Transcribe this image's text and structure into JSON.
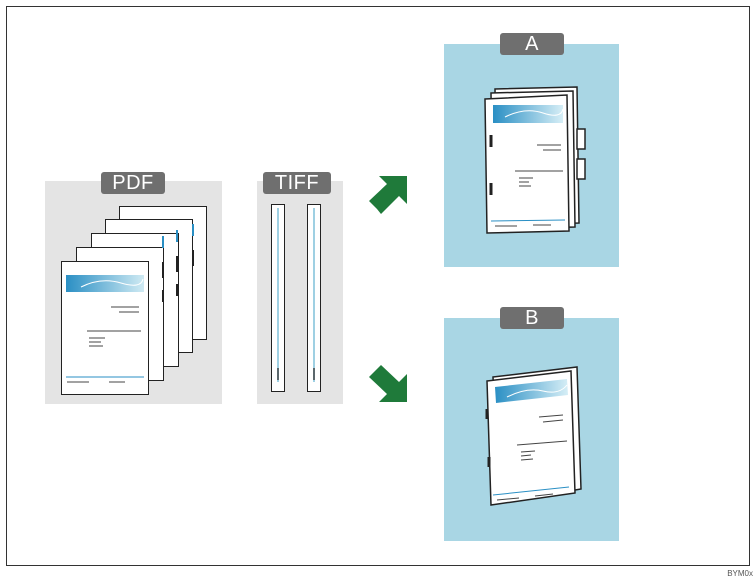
{
  "labels": {
    "pdf": "PDF",
    "tiff": "TIFF",
    "output_a": "A",
    "output_b": "B"
  },
  "credit": "BYM0x",
  "colors": {
    "gray_panel": "#e4e4e4",
    "blue_panel": "#a9d6e4",
    "label_bg": "#6f6f6f",
    "arrow": "#1f7a3a",
    "cover_banner": "#3ea3cf"
  },
  "icons": {
    "arrow_up": "arrow-up-right-icon",
    "arrow_down": "arrow-down-right-icon"
  }
}
